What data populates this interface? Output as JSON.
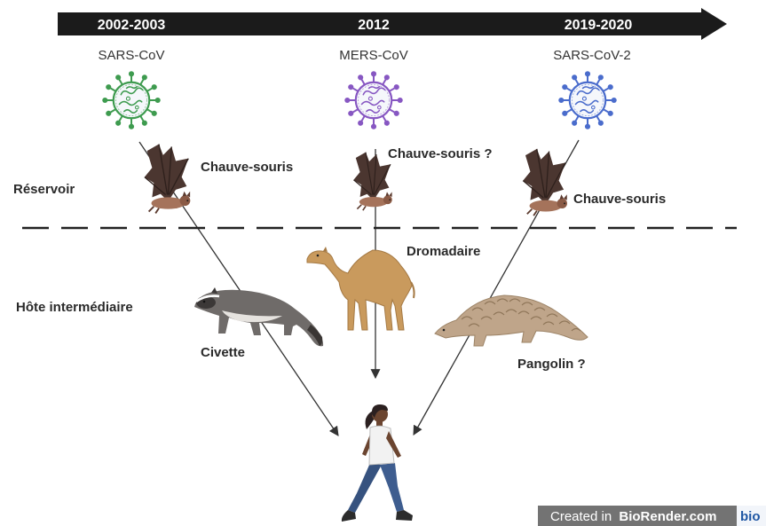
{
  "timeline": {
    "periods": [
      {
        "years": "2002-2003",
        "virus": "SARS-CoV",
        "color": "#3e9b4f"
      },
      {
        "years": "2012",
        "virus": "MERS-CoV",
        "color": "#8757c2"
      },
      {
        "years": "2019-2020",
        "virus": "SARS-CoV-2",
        "color": "#4a6ccc"
      }
    ],
    "bar_color": "#1b1b1b"
  },
  "rows": {
    "reservoir": "Réservoir",
    "intermediate_host": "Hôte intermédiaire"
  },
  "reservoirs": [
    {
      "label": "Chauve-souris",
      "icon": "bat-icon"
    },
    {
      "label": "Chauve-souris ?",
      "icon": "bat-icon"
    },
    {
      "label": "Chauve-souris",
      "icon": "bat-icon"
    }
  ],
  "intermediate_hosts": [
    {
      "label": "Civette",
      "icon": "civet-icon"
    },
    {
      "label": "Dromadaire",
      "icon": "camel-icon"
    },
    {
      "label": "Pangolin ?",
      "icon": "pangolin-icon"
    }
  ],
  "final_host": {
    "icon": "human-icon"
  },
  "watermark": {
    "prefix": "Created in",
    "brand": "BioRender.com",
    "logo": "bio",
    "background": "#737373"
  }
}
